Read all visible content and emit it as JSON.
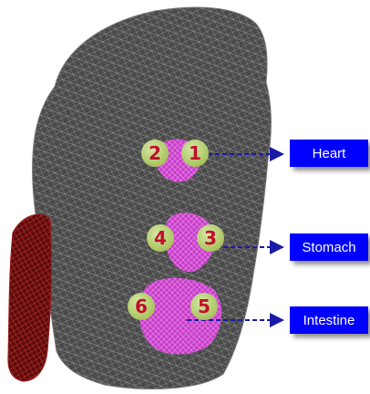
{
  "markers": [
    "1",
    "2",
    "3",
    "4",
    "5",
    "6"
  ],
  "labels": {
    "heart": "Heart",
    "stomach": "Stomach",
    "intestine": "Intestine"
  },
  "colors": {
    "mesh_fill": "#4a4a4a",
    "mesh_line": "#9a9a9a",
    "arm": "#7a1010",
    "organ": "#c640c8",
    "label_bg": "#0000ff",
    "label_text": "#ffffff",
    "marker_bg": "#a9c45f",
    "marker_text": "#c0102a",
    "arrow": "#1a1aa8"
  }
}
